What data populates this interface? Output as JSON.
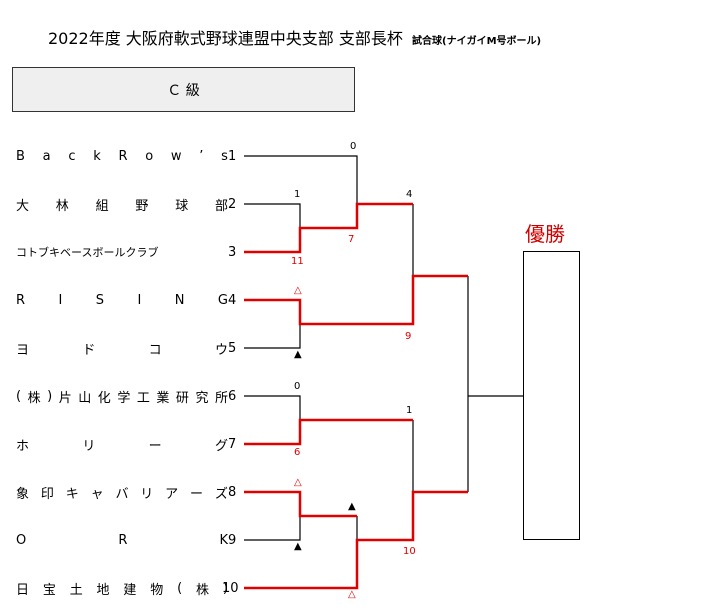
{
  "header": {
    "title": "2022年度 大阪府軟式野球連盟中央支部 支部長杯",
    "subtitle": "試合球(ナイガイM号ボール)"
  },
  "grade": "Ｃ 級",
  "teams": [
    {
      "name": [
        "B",
        "a",
        "c",
        "k",
        "R",
        "o",
        "w",
        "’",
        "s"
      ],
      "seed": "1"
    },
    {
      "name": [
        "大",
        "林",
        "組",
        "野",
        "球",
        "部"
      ],
      "seed": "2"
    },
    {
      "name": [
        "コトブキベースボールクラブ"
      ],
      "seed": "3"
    },
    {
      "name": [
        "R",
        "I",
        "S",
        "I",
        "N",
        "G"
      ],
      "seed": "4"
    },
    {
      "name": [
        "ヨ",
        "ド",
        "コ",
        "ウ"
      ],
      "seed": "5"
    },
    {
      "name": [
        "(",
        "株",
        ")",
        "片",
        "山",
        "化",
        "学",
        "工",
        "業",
        "研",
        "究",
        "所"
      ],
      "seed": "6"
    },
    {
      "name": [
        "ホ",
        "リ",
        "ー",
        "グ"
      ],
      "seed": "7"
    },
    {
      "name": [
        "象",
        "印",
        "キ",
        "ャ",
        "バ",
        "リ",
        "ア",
        "ー",
        "ズ"
      ],
      "seed": "8"
    },
    {
      "name": [
        "O",
        "R",
        "K"
      ],
      "seed": "9"
    },
    {
      "name": [
        "日",
        "宝",
        "土",
        "地",
        "建",
        "物",
        "(",
        "株",
        ")"
      ],
      "seed": "10"
    }
  ],
  "scores": {
    "r1a_top": "1",
    "r1a_bottom": "11",
    "r1b_top": "0",
    "r1b_bottom": "6",
    "qf1_top": "0",
    "qf1_bottom": "7",
    "sf1_top": "4",
    "sf1_bottom": "9",
    "sf2_top": "1",
    "sf2_bottom": "10"
  },
  "marks": {
    "win_forfeit": "△",
    "loss_forfeit": "▲"
  },
  "champion": {
    "label": "優勝"
  },
  "colors": {
    "winner_line": "#e00000",
    "line": "#000000",
    "grade_bg": "#efefef"
  }
}
